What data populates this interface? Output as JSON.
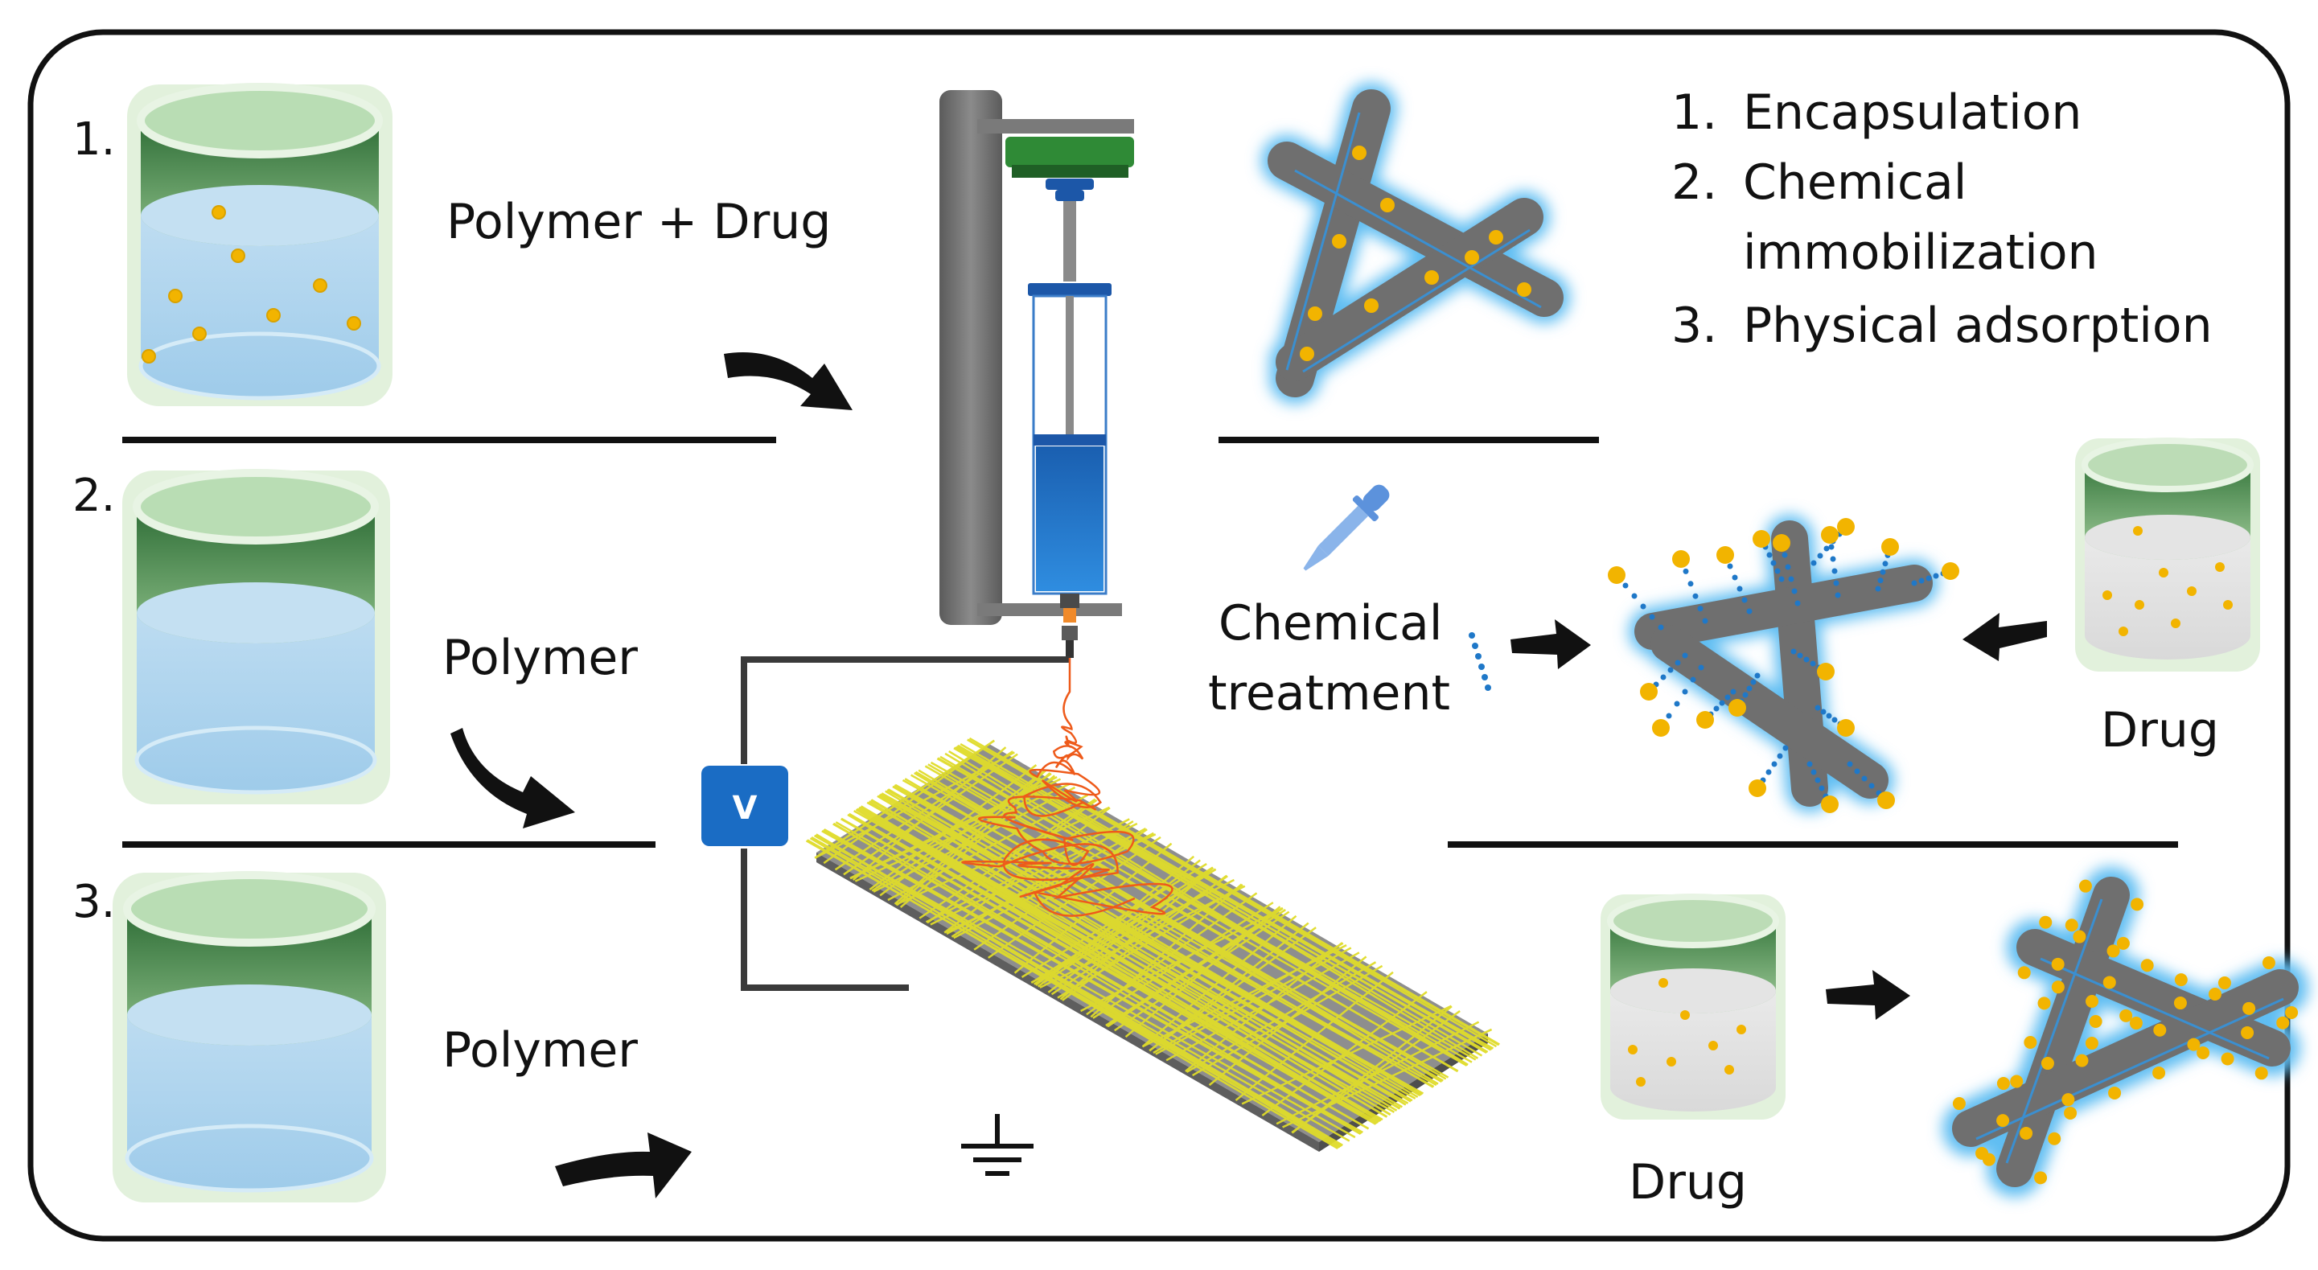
{
  "steps": {
    "s1": "1.",
    "s2": "2.",
    "s3": "3."
  },
  "labels": {
    "polymer_drug": "Polymer + Drug",
    "polymer_a": "Polymer",
    "polymer_b": "Polymer",
    "chemical_line1": "Chemical",
    "chemical_line2": "treatment",
    "drug_right": "Drug",
    "drug_bottom": "Drug",
    "voltage": "V"
  },
  "legend": {
    "items": [
      {
        "number": "1.",
        "lines": [
          "Encapsulation"
        ]
      },
      {
        "number": "2.",
        "lines": [
          "Chemical",
          "immobilization"
        ]
      },
      {
        "number": "3.",
        "lines": [
          "Physical adsorption"
        ]
      }
    ]
  },
  "colors": {
    "outline": "#111111",
    "beaker_rim": "#d9ecd2",
    "beaker_green": "#4f9152",
    "beaker_liquid": "#b7d9ef",
    "fiber_gray": "#6f6f6f",
    "fiber_glow": "#58b8ee",
    "drug_dot": "#f2b400",
    "syringe_blue": "#1468b8",
    "collector_mesh": "#dede2a",
    "jet_orange": "#ee5a1a",
    "dotted_blue": "#1f78c8"
  },
  "icons": [
    "arrow-icon",
    "dropper-icon",
    "ground-icon",
    "voltage-source-icon"
  ]
}
